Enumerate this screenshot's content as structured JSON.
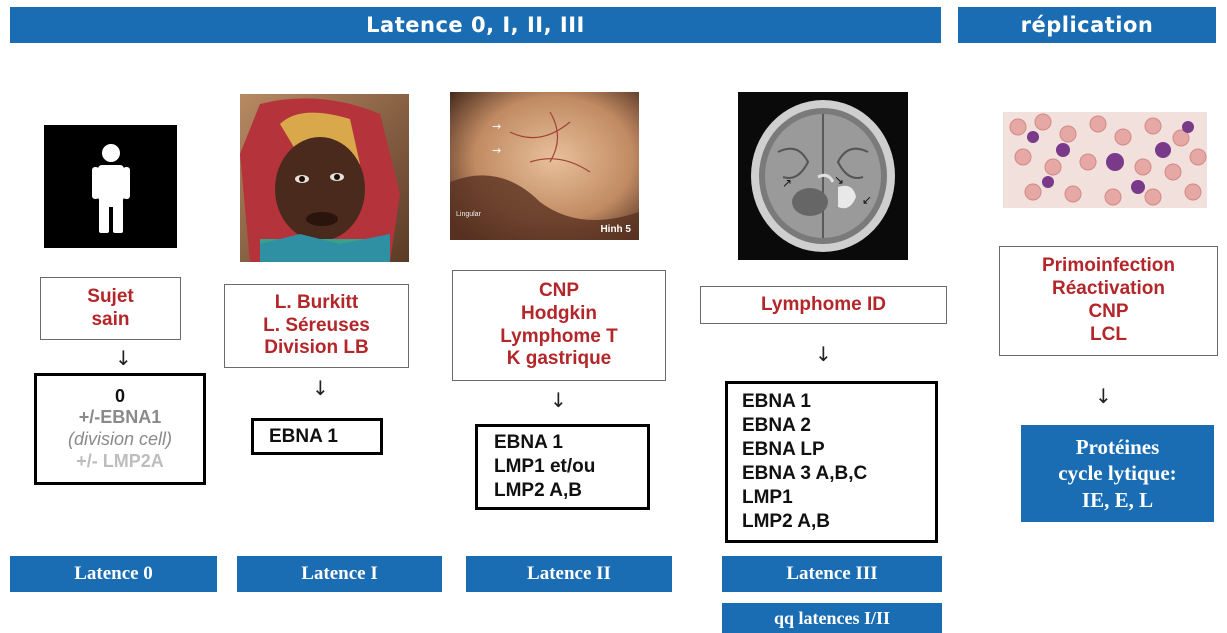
{
  "headers": {
    "latency": "Latence  0, I, II, III",
    "replication": "réplication"
  },
  "columns": {
    "c0": {
      "condition": [
        "Sujet",
        "sain"
      ],
      "proteins": [
        "0",
        "+/-EBNA1",
        "(division cell)",
        "+/- LMP2A"
      ],
      "footer": "Latence 0"
    },
    "c1": {
      "condition": [
        "L. Burkitt",
        "L. Séreuses",
        "Division LB"
      ],
      "proteins": [
        "EBNA 1"
      ],
      "footer": "Latence I"
    },
    "c2": {
      "photo_text": "Hinh 5",
      "photo_text2": "Lingular",
      "condition": [
        "CNP",
        "Hodgkin",
        "Lymphome T",
        "K gastrique"
      ],
      "proteins": [
        "EBNA 1",
        "LMP1 et/ou",
        "LMP2 A,B"
      ],
      "footer": "Latence II"
    },
    "c3": {
      "condition": [
        "Lymphome ID"
      ],
      "proteins": [
        "EBNA 1",
        "EBNA 2",
        "EBNA LP",
        "EBNA 3 A,B,C",
        "LMP1",
        "LMP2 A,B"
      ],
      "footer": "Latence III",
      "footer2": "qq latences I/II"
    },
    "c4": {
      "condition": [
        "Primoinfection",
        "Réactivation",
        "CNP",
        "LCL"
      ],
      "proteins": [
        "Protéines",
        "cycle lytique:",
        "IE, E, L"
      ]
    }
  },
  "arrow": "↓",
  "icons": [
    "person-icon",
    "child-photo",
    "endoscopy-photo",
    "brain-mri-photo",
    "blood-smear-photo"
  ],
  "colors": {
    "header_blue": "#1a6cb3",
    "condition_red": "#b3262a",
    "gray_text": "#8a8a8a",
    "light_gray_text": "#bdbdbd"
  }
}
